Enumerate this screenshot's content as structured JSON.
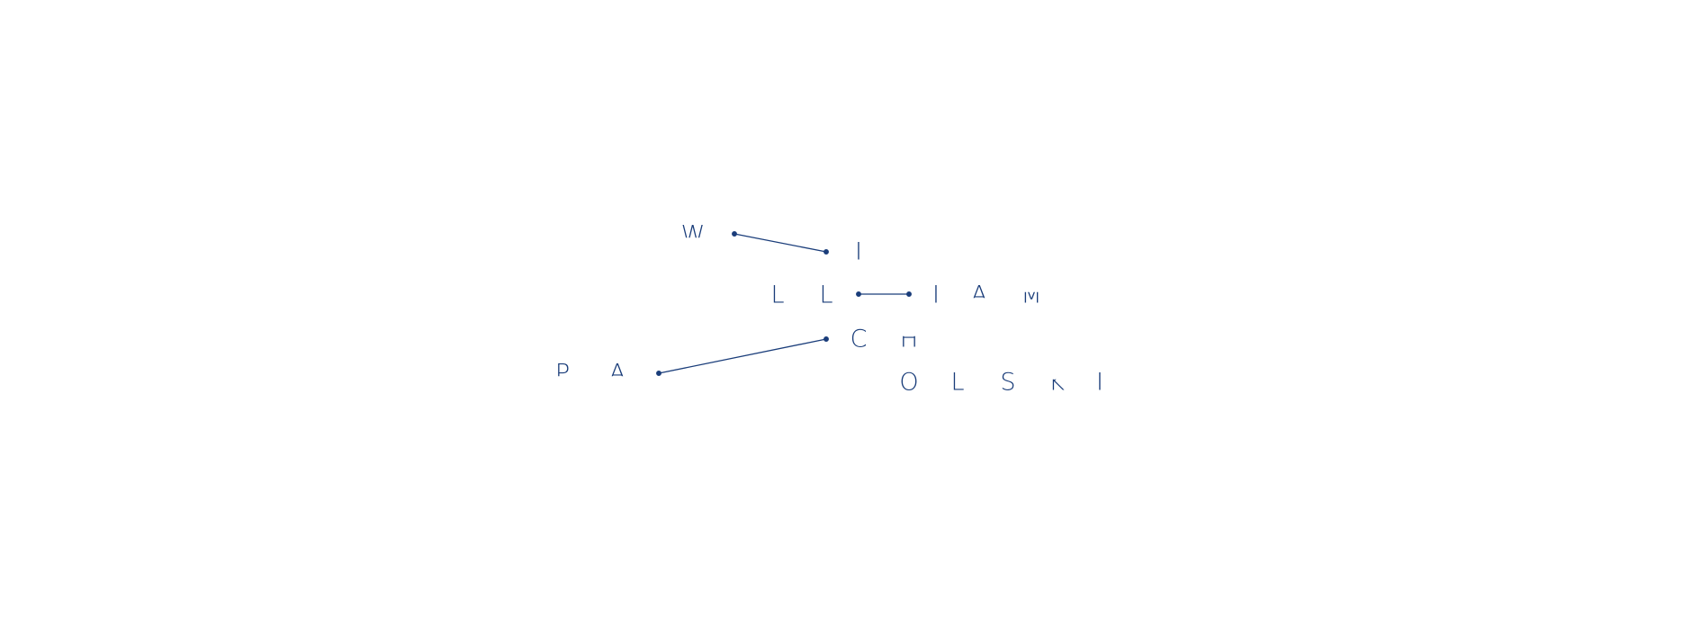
{
  "wordmark": {
    "full_text": "WILLIAM PACHOLSKI",
    "color": "#1a3d7a",
    "letters": [
      "W",
      "I",
      "L",
      "L",
      "I",
      "A",
      "M",
      "C",
      "H",
      "P",
      "A",
      "O",
      "L",
      "S",
      "K",
      "I"
    ],
    "connector_count": 3
  }
}
